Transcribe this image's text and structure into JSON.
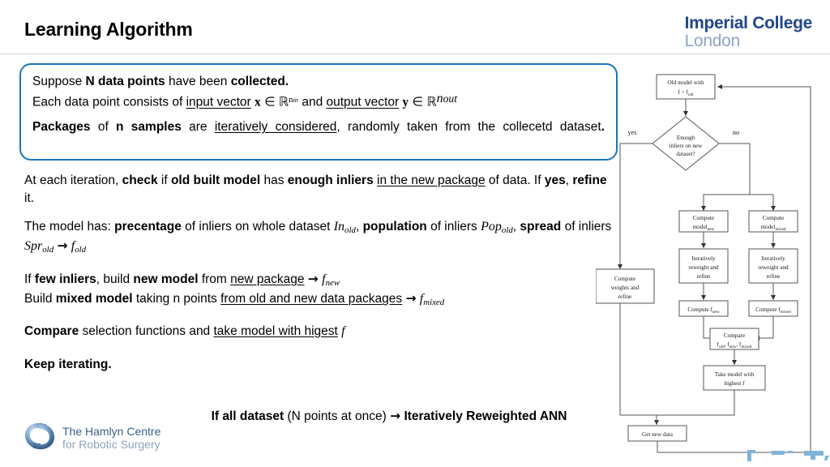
{
  "header": {
    "title": "Learning Algorithm",
    "logo": {
      "line1": "Imperial College",
      "line2": "London"
    }
  },
  "callout": {
    "border_color": "#1b75bb",
    "lines": [
      "Suppose N data points have been collected.",
      "Each data point consists of input vector x ∈ ℝ^{n_in} and output vector y ∈ ℝ^{n_out}",
      "Packages of n samples are iteratively considered, randomly taken from the collecetd dataset."
    ]
  },
  "body": {
    "p1": "At each iteration, check if old built model has enough inliers in the new package of data. If yes, refine it.",
    "p2": "The model has: precentage of inliers on whole dataset In_old, population of inliers Pop_old, spread of inliers Spr_old → f_old",
    "p3_line1": "If few inliers, build new model from new package → f_new",
    "p3_line2": "Build mixed model taking n points from old and new data packages → f_mixed",
    "p4": "Compare selection functions and take model with higest f",
    "p5": "Keep iterating."
  },
  "bottom_note": {
    "strong1": "If all dataset",
    "regular": "(N points at once)",
    "arrow": "→",
    "strong2": "Iteratively Reweighted ANN"
  },
  "hamlyn_logo": {
    "line1": "The Hamlyn Centre",
    "line2": "for Robotic Surgery",
    "color1": "#3a5f8a",
    "color2": "#8fa3bd"
  },
  "flowchart": {
    "nodes": {
      "old_model_l1": "Old model with",
      "old_model_l2": "f = f",
      "old_model_l2_sub": "old",
      "decision_l1": "Enough",
      "decision_l2": "inliers on new",
      "decision_l3": "dataset?",
      "branch_yes": "yes",
      "branch_no": "no",
      "compute_model_new_l1": "Compute",
      "compute_model_new_l2": "model",
      "compute_model_new_sub": "new",
      "compute_model_mixed_l1": "Compute",
      "compute_model_mixed_l2": "model",
      "compute_model_mixed_sub": "mixed",
      "compute_weights_l1": "Compute",
      "compute_weights_l2": "weights and",
      "compute_weights_l3": "refine",
      "iter_rw_a_l1": "Iteratively",
      "iter_rw_a_l2": "reweight and",
      "iter_rw_a_l3": "refine",
      "iter_rw_b_l1": "Iteratively",
      "iter_rw_b_l2": "reweight and",
      "iter_rw_b_l3": "refine",
      "compute_f_new": "Compute f",
      "compute_f_new_sub": "new",
      "compute_f_mixed": "Compute f",
      "compute_f_mixed_sub": "mixed",
      "compare_l1": "Compare",
      "compare_f1": "f",
      "compare_f1_sub": "old",
      "compare_f2": "f",
      "compare_f2_sub": "new",
      "compare_f3": "f",
      "compare_f3_sub": "mixed",
      "take_model_l1": "Take model with",
      "take_model_l2": "highest f",
      "get_new_data": "Get new data"
    }
  }
}
